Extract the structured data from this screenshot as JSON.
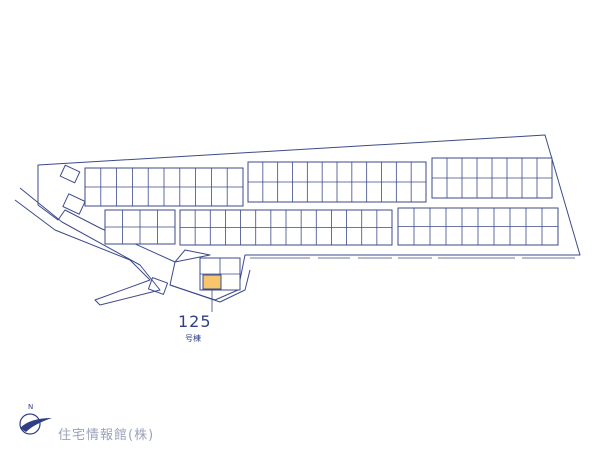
{
  "target_lot": {
    "number": "125",
    "suffix": "号棟",
    "highlight_color": "#f7c56c"
  },
  "compass": {
    "north_label": "N",
    "icon": "north-arrow-icon"
  },
  "company": {
    "name": "住宅情報館(株)"
  },
  "colors": {
    "line": "#3c4a8a",
    "text": "#2f3e86",
    "company_text": "#9aa3b8"
  }
}
